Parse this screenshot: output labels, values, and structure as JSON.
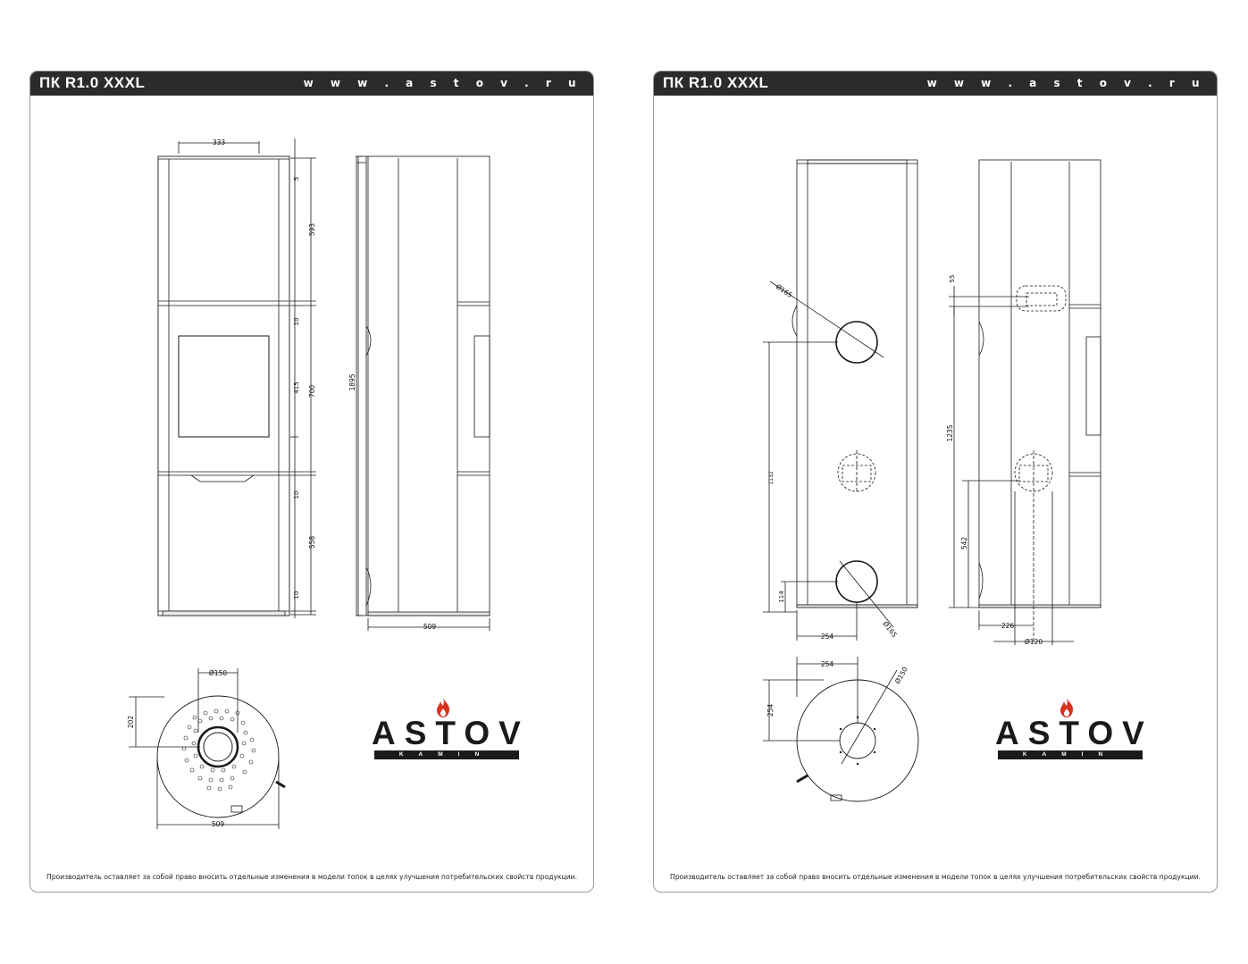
{
  "pages": [
    {
      "header": {
        "model": "ПК R1.0 XXXL",
        "website": "w w w . a s t o v . r u"
      },
      "dimensions": {
        "front_width": "333",
        "heights": [
          "5",
          "593",
          "10",
          "415",
          "700",
          "10",
          "558",
          "10"
        ],
        "total_height": "1895",
        "side_depth": "509",
        "top_diameter": "Ø150",
        "top_offset": "202",
        "top_width": "509"
      },
      "logo": {
        "brand": "ASTOV",
        "sub": "KAMIN",
        "flame_icon": "flame-icon"
      },
      "footer_note": "Производитель оставляет за собой право вносить отдельные изменения в модели топок в целях улучшения потребительских свойств продукции."
    },
    {
      "header": {
        "model": "ПК R1.0 XXXL",
        "website": "w w w . a s t o v . r u"
      },
      "dimensions": {
        "back_upper_diameter": "Ø165",
        "back_lower_diameter": "Ø165",
        "back_height": "1132",
        "back_bottom": "114",
        "back_offset": "254",
        "side_top": "55",
        "side_height": "1235",
        "side_lower": "542",
        "side_offset": "226",
        "side_diameter": "Ø120",
        "top_offset_x": "254",
        "top_offset_y": "254",
        "top_diameter": "Ø150"
      },
      "logo": {
        "brand": "ASTOV",
        "sub": "KAMIN",
        "flame_icon": "flame-icon"
      },
      "footer_note": "Производитель оставляет за собой право вносить отдельные изменения в модели топок в целях улучшения потребительских свойств продукции."
    }
  ],
  "colors": {
    "header_bg": "#2b2b2b",
    "line": "#1a1a1a",
    "flame": "#d9321f"
  }
}
